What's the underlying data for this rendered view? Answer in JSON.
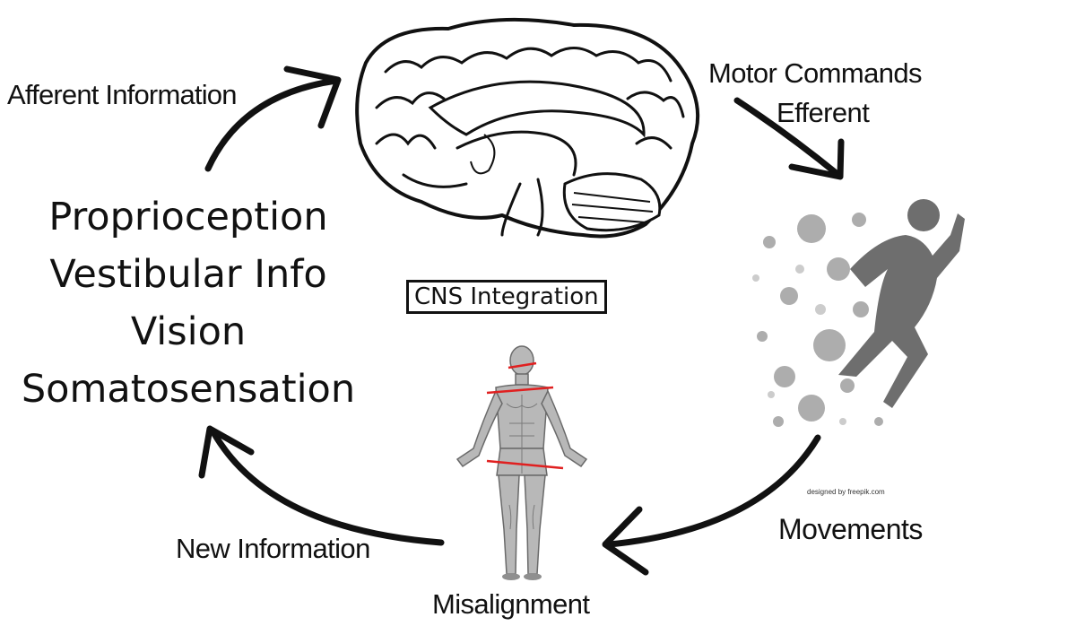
{
  "labels": {
    "afferent": "Afferent Information",
    "motor_commands": "Motor Commands",
    "efferent": "Efferent",
    "cns": "CNS Integration",
    "new_information": "New Information",
    "movements": "Movements",
    "misalignment": "Misalignment",
    "credit": "designed by freepik.com"
  },
  "sensory_inputs": [
    "Proprioception",
    "Vestibular Info",
    "Vision",
    "Somatosensation"
  ],
  "colors": {
    "ink": "#111111",
    "misalignment_lines": "#e02020",
    "runner": "#555555"
  },
  "icons": {
    "brain": "brain-illustration",
    "runner": "runner-silhouette",
    "body": "anatomical-body"
  }
}
